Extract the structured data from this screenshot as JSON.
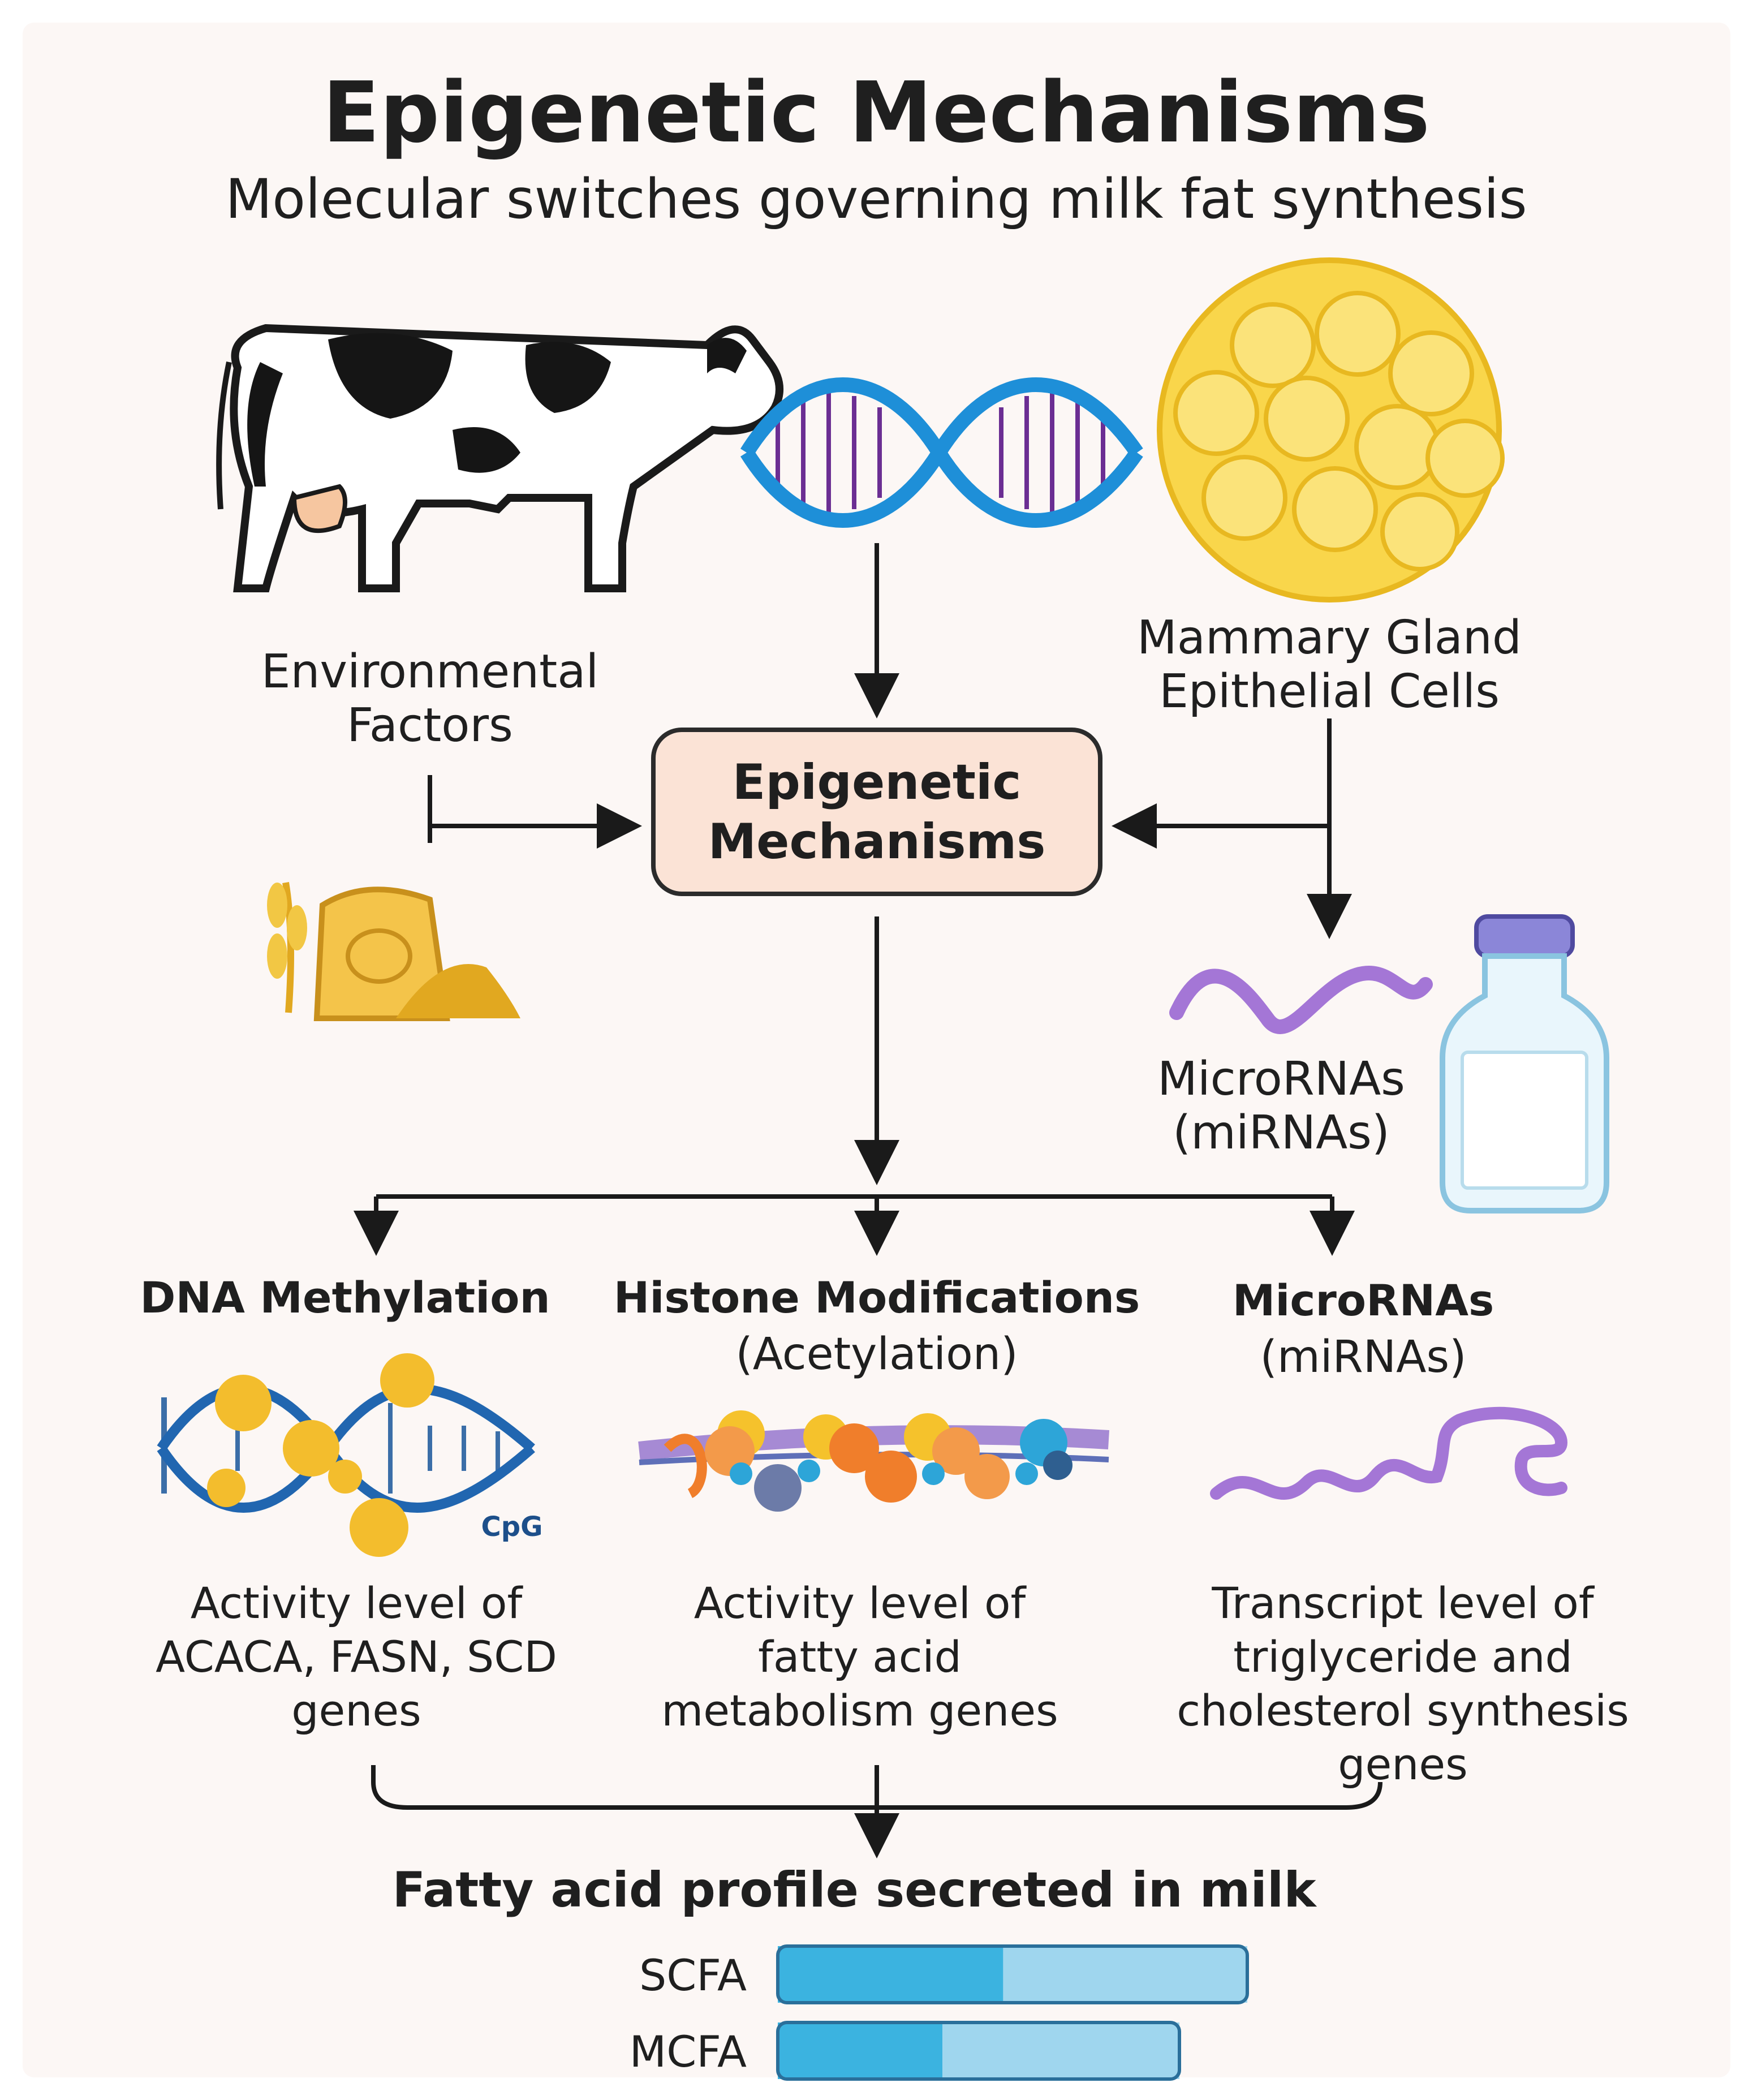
{
  "title": "Epigenetic Mechanisms",
  "subtitle": "Molecular switches governing milk fat synthesis",
  "inputs": {
    "environment_line1": "Environmental",
    "environment_line2": "Factors",
    "mammary_line1": "Mammary Gland",
    "mammary_line2": "Epithelial Cells"
  },
  "center": {
    "line1": "Epigenetic",
    "line2": "Mechanisms"
  },
  "mirna_side": {
    "line1": "MicroRNAs",
    "line2": "(miRNAs)"
  },
  "columns": [
    {
      "head_line1": "DNA Methylation",
      "head_line2": "",
      "tag": "CpG",
      "desc_line1": "Activity level of",
      "desc_line2": "ACACA, FASN, SCD",
      "desc_line3": "genes",
      "desc_line4": ""
    },
    {
      "head_line1": "Histone Modifications",
      "head_line2": "(Acetylation)",
      "desc_line1": "Activity level of",
      "desc_line2": "fatty acid",
      "desc_line3": "metabolism genes",
      "desc_line4": ""
    },
    {
      "head_line1": "MicroRNAs",
      "head_line2": "(miRNAs)",
      "desc_line1": "Transcript level of",
      "desc_line2": "triglyceride and",
      "desc_line3": "cholesterol synthesis",
      "desc_line4": "genes"
    }
  ],
  "result": "Fatty acid profile secreted in milk",
  "chart_data": {
    "type": "bar",
    "categories": [
      "SCFA",
      "MCFA"
    ],
    "segments": [
      {
        "values": [
          0.48,
          0.41
        ],
        "color": "#3bb3e0"
      },
      {
        "values": [
          0.52,
          0.59
        ],
        "color": "#9fd6ee"
      }
    ]
  },
  "colors": {
    "center_box": "#fbe3d6",
    "dna_blue": "#1e8fd8",
    "dna_purple": "#6b2e93",
    "cell_yellow": "#f9d64b",
    "mirna_purple": "#a476d6",
    "bar_dark": "#3bb3e0",
    "bar_light": "#9fd6ee"
  }
}
